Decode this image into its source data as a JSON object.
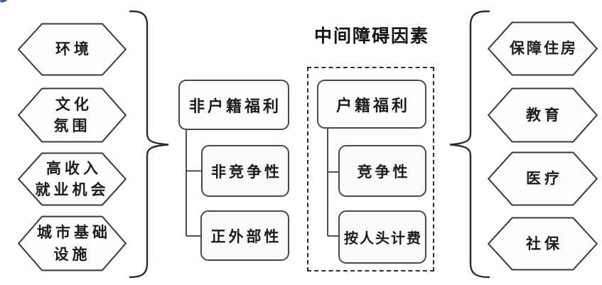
{
  "title": "中间障碍因素",
  "left_factors": {
    "items": [
      {
        "label": "环境"
      },
      {
        "label": "文化\n氛围"
      },
      {
        "label": "高收入\n就业机会"
      },
      {
        "label": "城市基础\n设施"
      }
    ]
  },
  "middle": {
    "non_hukou_welfare": {
      "label": "非户籍福利",
      "children": [
        {
          "label": "非竞争性"
        },
        {
          "label": "正外部性"
        }
      ]
    },
    "hukou_welfare": {
      "label": "户籍福利",
      "children": [
        {
          "label": "竞争性"
        },
        {
          "label": "按人头计费"
        }
      ]
    }
  },
  "right_factors": {
    "items": [
      {
        "label": "保障住房"
      },
      {
        "label": "教育"
      },
      {
        "label": "医疗"
      },
      {
        "label": "社保"
      }
    ]
  },
  "colors": {
    "stroke": "#333333",
    "box_fill": "#fafafa",
    "hexagon_fill": "#fdfdfd",
    "background": "#ffffff",
    "artifact_blue": "#3c55c0"
  }
}
